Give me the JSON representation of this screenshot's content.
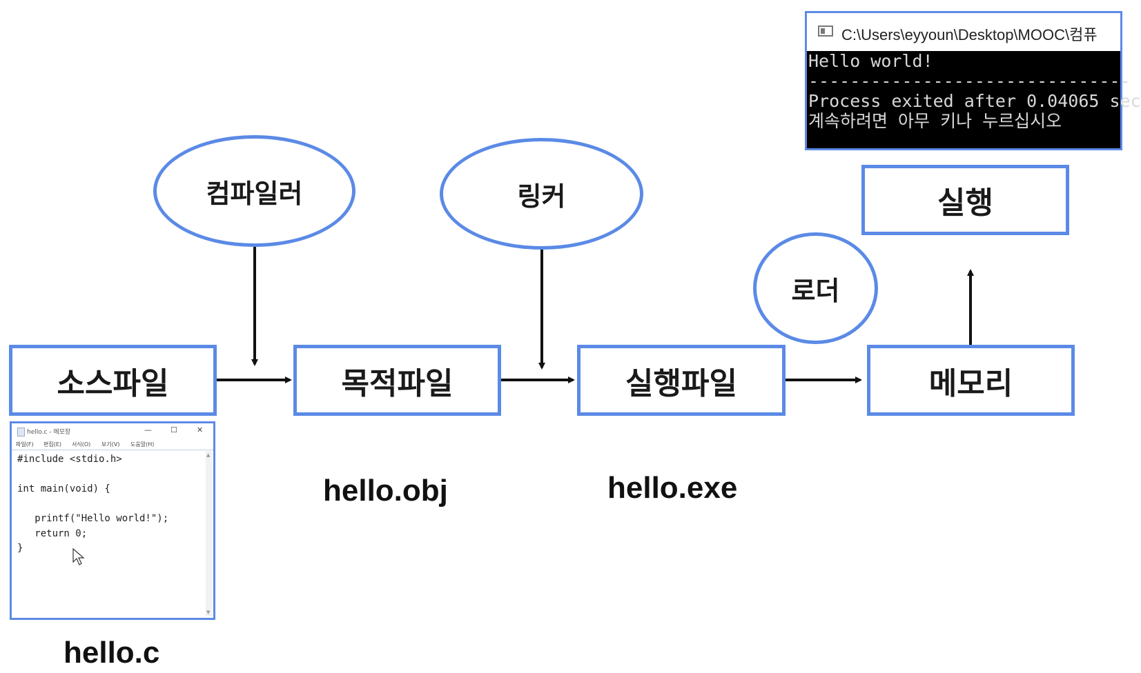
{
  "nodes": {
    "source": "소스파일",
    "object": "목적파일",
    "executable": "실행파일",
    "memory": "메모리",
    "run": "실행"
  },
  "tools": {
    "compiler": "컴파일러",
    "linker": "링커",
    "loader": "로더"
  },
  "files": {
    "source": "hello.c",
    "object": "hello.obj",
    "executable": "hello.exe"
  },
  "notepad": {
    "title": "hello.c - 메모장",
    "menu": [
      "파일(F)",
      "편집(E)",
      "서식(O)",
      "보기(V)",
      "도움말(H)"
    ],
    "code": "#include <stdio.h>\n\nint main(void) {\n\n   printf(\"Hello world!\");\n   return 0;\n}"
  },
  "console": {
    "title": "C:\\Users\\eyyoun\\Desktop\\MOOC\\컴퓨",
    "output": "Hello world!\n-------------------------------\nProcess exited after 0.04065 sec\n계속하려면 아무 키나 누르십시오"
  },
  "colors": {
    "accent": "#5b8ae6"
  }
}
